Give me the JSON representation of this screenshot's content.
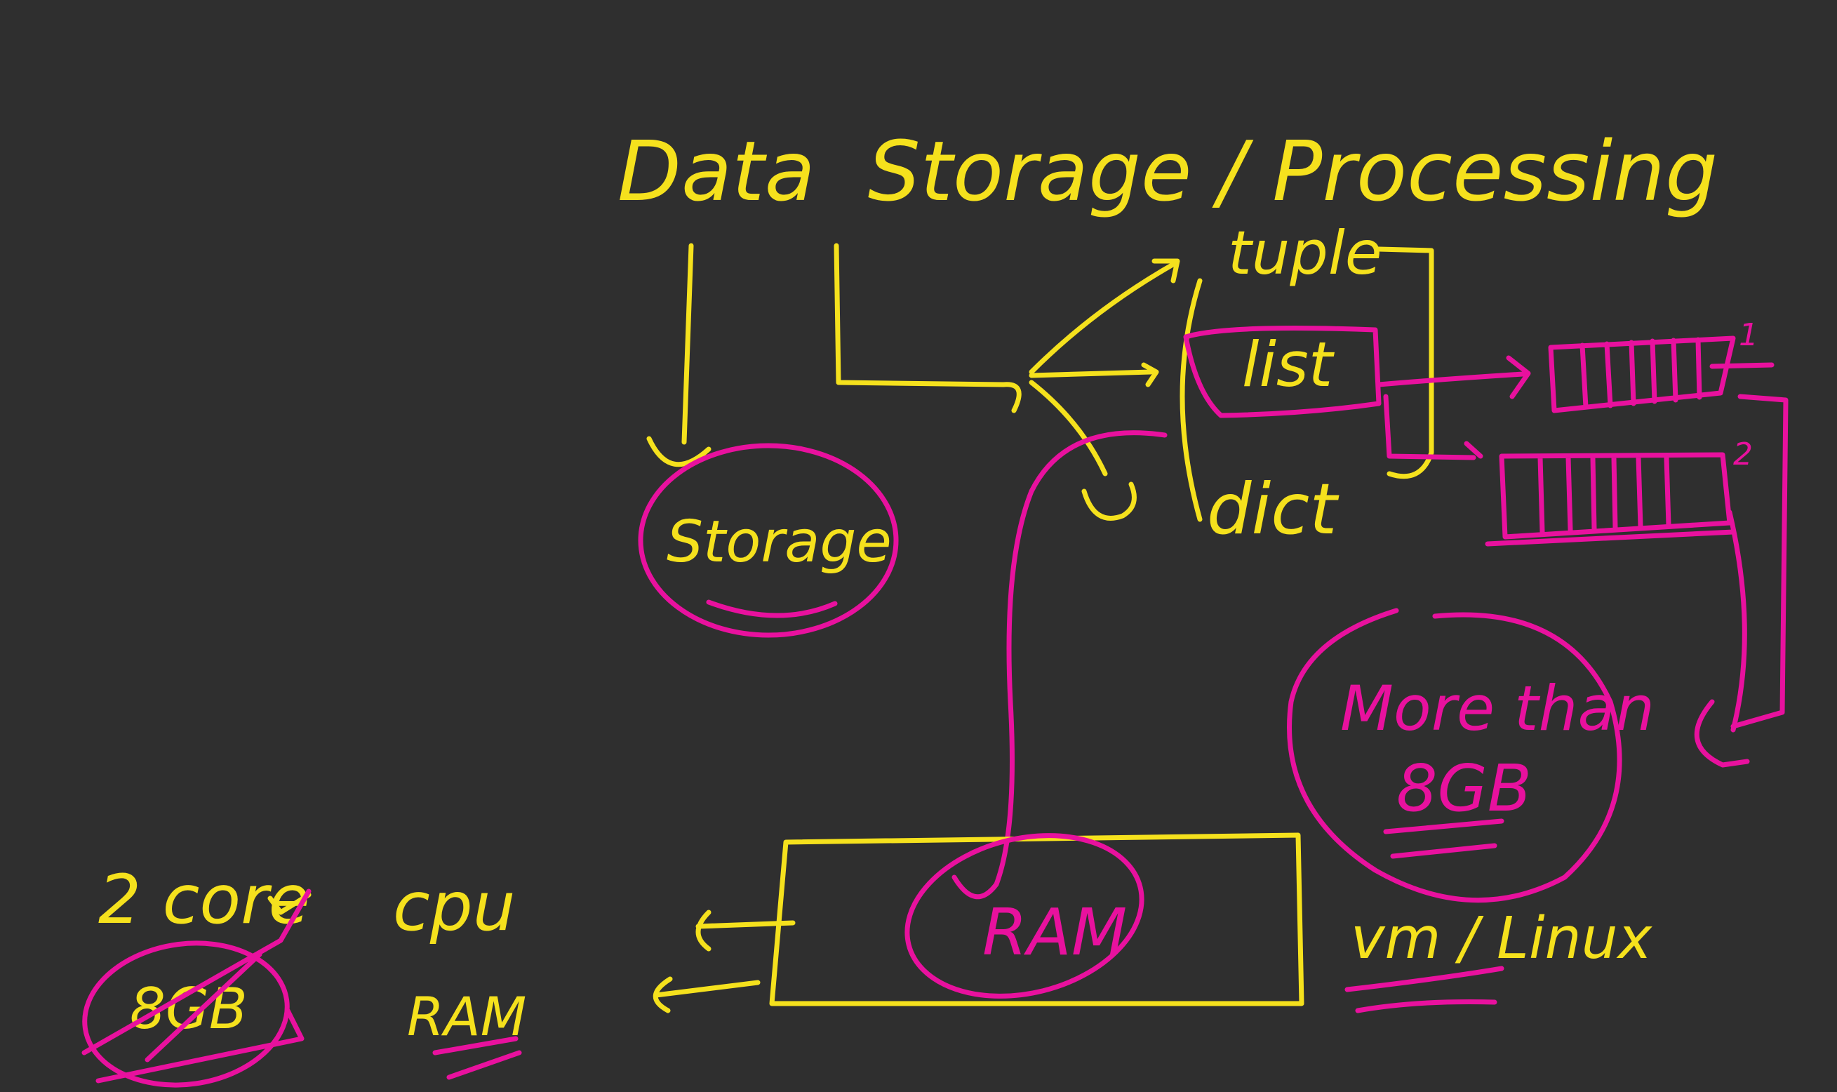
{
  "colors": {
    "background": "#2f2f2f",
    "yellow_ink": "#f5e11d",
    "magenta_ink": "#e8119e"
  },
  "title": "Data  Storage / Processing",
  "labels": {
    "tuple": "tuple",
    "list": "list",
    "dict": "dict",
    "storage": "Storage",
    "ram": "RAM",
    "more_than": "More than",
    "size_8gb": "8GB",
    "vm_linux": "vm / Linux",
    "cores": "2 core",
    "mem": "8GB",
    "cpu": "cpu",
    "ram_small": "RAM",
    "index_1": "1",
    "index_2": "2"
  }
}
